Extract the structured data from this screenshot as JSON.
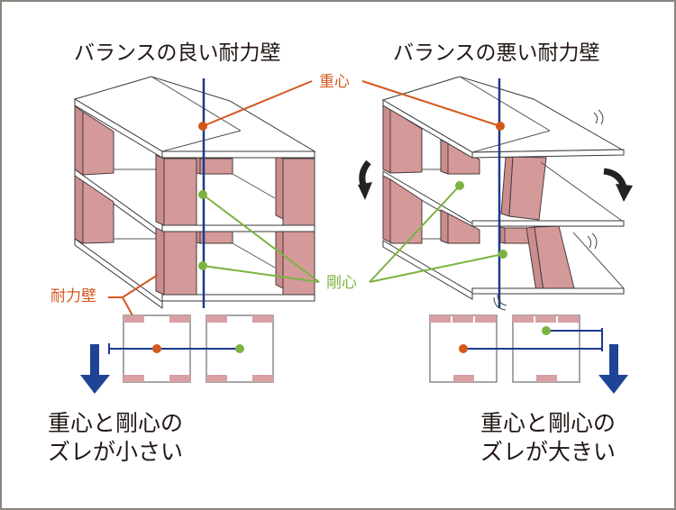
{
  "left": {
    "title": "バランスの良い耐力壁",
    "caption_line1": "重心と剛心の",
    "caption_line2": "ズレが小さい"
  },
  "right": {
    "title": "バランスの悪い耐力壁",
    "caption_line1": "重心と剛心の",
    "caption_line2": "ズレが大きい"
  },
  "labels": {
    "center_of_gravity": "重心",
    "center_of_rigidity": "剛心",
    "bearing_wall": "耐力壁"
  },
  "colors": {
    "center_of_gravity": "#d4581e",
    "center_of_rigidity": "#7cb342",
    "axis": "#1a3a8f",
    "wall": "#d49a9a",
    "arrow": "#1f4496",
    "rotation_arrow": "#222222"
  }
}
